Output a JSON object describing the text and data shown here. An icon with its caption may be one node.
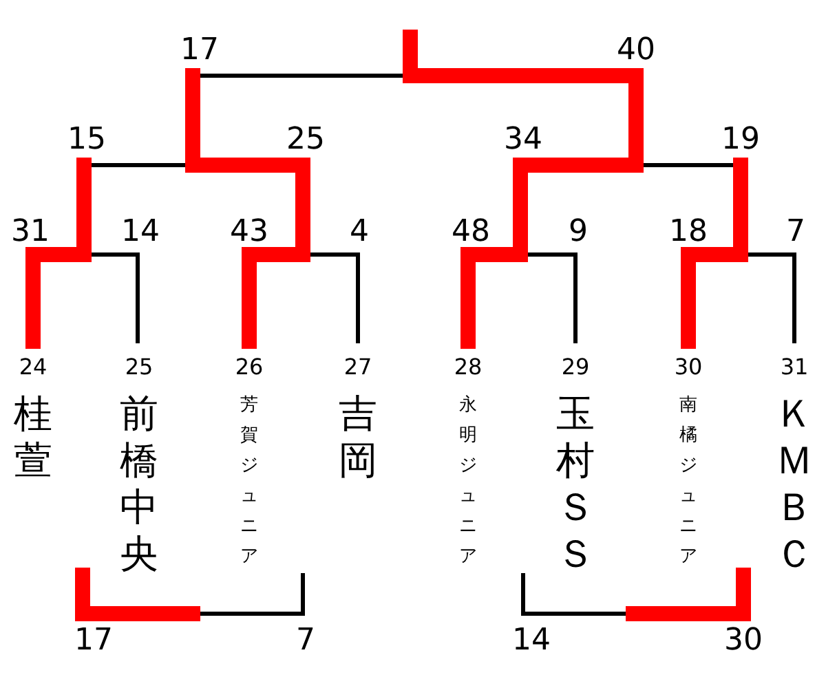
{
  "diagram": {
    "nodes": [
      {
        "text": [
          "24",
          "桂萱"
        ]
      },
      {
        "text": [
          "25",
          "前橋中央"
        ]
      },
      {
        "text": [
          "26",
          "芳賀ジュニア"
        ]
      },
      {
        "text": [
          "27",
          "吉岡"
        ]
      },
      {
        "text": [
          "28",
          "永明ジュニア"
        ]
      },
      {
        "text": [
          "29",
          "玉村ＳＳ"
        ]
      },
      {
        "text": [
          "30",
          "南橘ジュニア"
        ]
      },
      {
        "text": [
          "31",
          "ＫＭＢＣ"
        ]
      }
    ],
    "labels": [
      "17",
      "40",
      "15",
      "25",
      "34",
      "19",
      "31",
      "14",
      "43",
      "4",
      "48",
      "9",
      "18",
      "7",
      "17",
      "7",
      "14",
      "30"
    ]
  }
}
